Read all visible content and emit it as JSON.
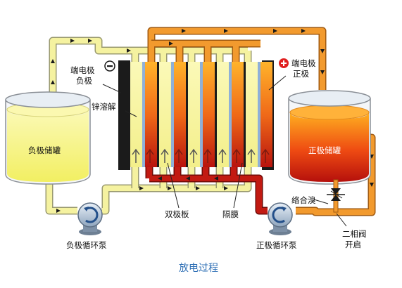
{
  "diagram": {
    "caption": "放电过程",
    "labels": {
      "neg_terminal_line1": "端电极",
      "neg_terminal_line2": "负极",
      "pos_terminal_line1": "端电极",
      "pos_terminal_line2": "正极",
      "zinc_dissolve": "锌溶解",
      "neg_tank": "负极储罐",
      "pos_tank": "正极储罐",
      "bipolar_plate": "双极板",
      "membrane": "隔膜",
      "complex_bromine": "络合溴",
      "neg_pump": "负极循环泵",
      "pos_pump": "正极循环泵",
      "valve_line1": "二相阀",
      "valve_line2": "开启"
    },
    "symbols": {
      "minus": "⊖",
      "plus": "+"
    },
    "colors": {
      "neg_electrolyte": "#f6f48a",
      "neg_pipe": "#f5f2a0",
      "pos_pipe": "#f29a2e",
      "pos_pipe_dark": "#b81a12",
      "plate": "#1b1b1b",
      "membrane": "#8fb0d8",
      "caption": "#2e6fb5"
    }
  }
}
